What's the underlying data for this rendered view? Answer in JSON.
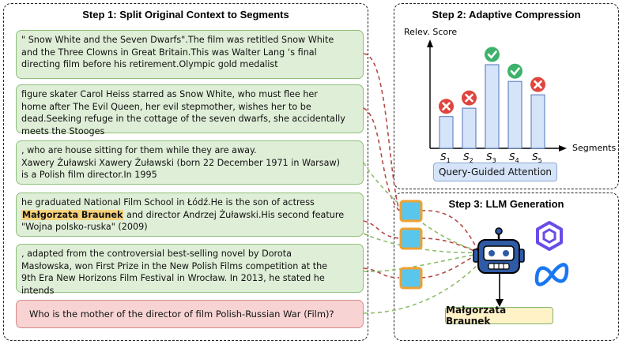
{
  "step1": {
    "title": "Step 1: Split Original Context to Segments",
    "segments": [
      {
        "lines": [
          "\" Snow White and the Seven Dwarfs\".The film was retitled Snow White",
          "and the Three Clowns in Great Britain.This was Walter Lang ‘s final",
          "directing film before his retirement.Olympic gold medalist"
        ]
      },
      {
        "lines": [
          "figure skater Carol Heiss starred as Snow White, who must flee her",
          "home after The Evil Queen, her evil stepmother, wishes her to be",
          "dead.Seeking refuge in the cottage of the seven dwarfs, she accidentally",
          "meets the Stooges"
        ]
      },
      {
        "lines": [
          ", who are house sitting for them while they are away.",
          "Xawery Żuławski Xawery Żuławski (born 22 December 1971 in Warsaw)",
          "is a Polish film director.In 1995"
        ]
      },
      {
        "line1": " he graduated National Film School in Łódź.He is the son of actress",
        "highlight": "Małgorzata Braunek",
        "line2_rest": " and director Andrzej Żuławski.His second feature",
        "line3": "\"Wojna polsko-ruska\" (2009)"
      },
      {
        "lines": [
          ", adapted from the controversial best-selling novel by Dorota",
          "Masłowska, won First Prize in the New Polish Films competition at the",
          "9th Era New Horizons Film Festival in Wrocław. In 2013, he stated he",
          "intends"
        ]
      }
    ],
    "question": "Who is the mother of the director of film Polish-Russian War (Film)?"
  },
  "step2": {
    "title": "Step 2: Adaptive Compression",
    "legend": "Query-Guided Attention"
  },
  "step3": {
    "title": "Step 3: LLM Generation",
    "answer": "Małgorzata Braunek"
  },
  "chart_data": {
    "type": "bar",
    "ylabel": "Relev. Score",
    "xlabel": "Segments",
    "categories": [
      "S1",
      "S2",
      "S3",
      "S4",
      "S5"
    ],
    "values": [
      0.38,
      0.48,
      1.0,
      0.8,
      0.64
    ],
    "selected": [
      false,
      false,
      true,
      true,
      false
    ],
    "colors": {
      "bar": "#d5e4f8",
      "bar_border": "#5b7fbf",
      "keep": "#3db26b",
      "drop": "#e0443e"
    }
  },
  "colors": {
    "segment_bg": "#dfeed7",
    "question_bg": "#f7d3d3",
    "token_fill": "#5bc6ec",
    "token_border": "#f0a030",
    "robot": "#2f5aa5"
  },
  "icons": [
    "check-icon",
    "cross-icon",
    "robot-icon",
    "qwen-logo-icon",
    "meta-logo-icon"
  ]
}
